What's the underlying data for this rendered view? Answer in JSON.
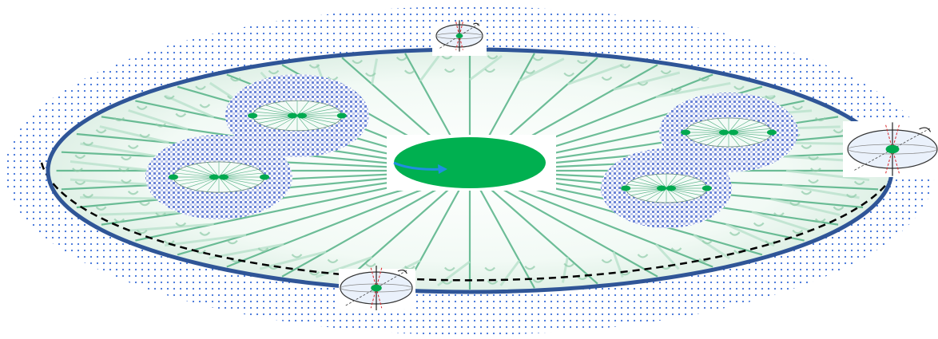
{
  "diagram": {
    "labels": [],
    "colors": {
      "background": "#ffffff",
      "outer_dots": "#3b6fd8",
      "ring": "#2f5597",
      "dashed_ring": "#000000",
      "spokes": "#3fa877",
      "spoke_light": "#b9e2cc",
      "center_disk": "#00b050",
      "arrow": "#1f8fe0",
      "mini_pattern": "#3b5cc9",
      "axis_red": "#d9262b"
    },
    "mini_galaxies": [
      {
        "name": "upper-left"
      },
      {
        "name": "left"
      },
      {
        "name": "upper-right"
      },
      {
        "name": "right"
      }
    ],
    "gyroscope_icons": [
      {
        "name": "top"
      },
      {
        "name": "right"
      },
      {
        "name": "bottom"
      }
    ]
  }
}
